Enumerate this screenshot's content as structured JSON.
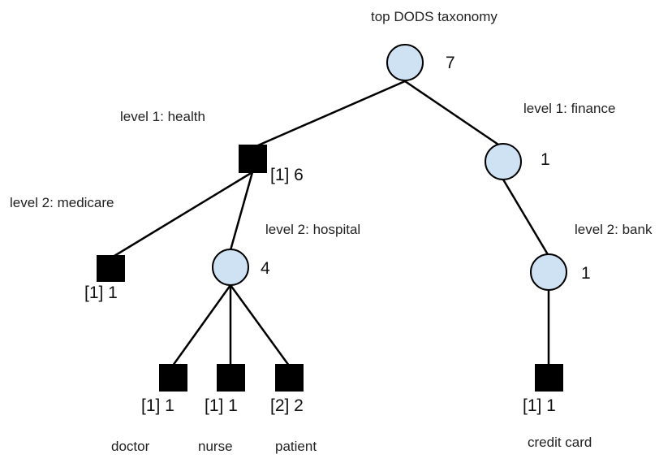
{
  "title": "top DODS taxonomy",
  "nodes": {
    "root": {
      "count": "7"
    },
    "health": {
      "label": "level 1: health",
      "count": "[1] 6"
    },
    "finance": {
      "label": "level 1: finance",
      "count": "1"
    },
    "medicare": {
      "label": "level 2: medicare",
      "count": "[1] 1"
    },
    "hospital": {
      "label": "level 2: hospital",
      "count": "4"
    },
    "bank": {
      "label": "level 2: bank",
      "count": "1"
    },
    "doctor": {
      "label": "doctor",
      "count": "[1] 1"
    },
    "nurse": {
      "label": "nurse",
      "count": "[1] 1"
    },
    "patient": {
      "label": "patient",
      "count": "[2] 2"
    },
    "credit_card": {
      "label": "credit card",
      "count": "[1] 1"
    }
  }
}
